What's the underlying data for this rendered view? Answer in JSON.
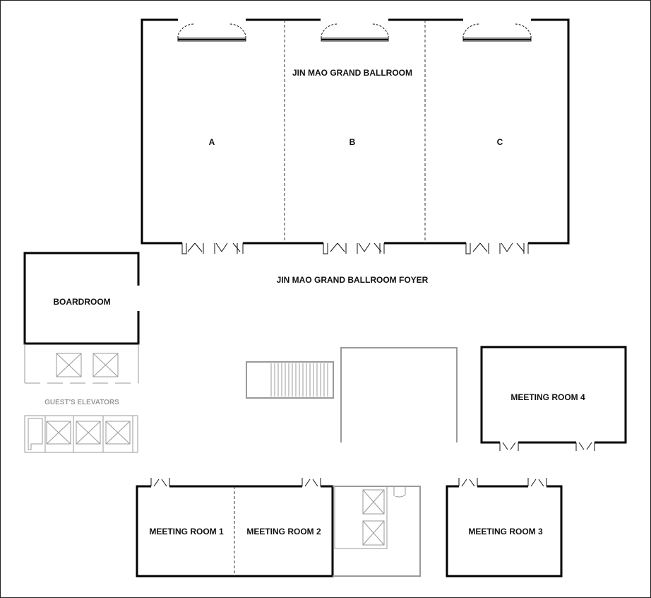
{
  "rooms": {
    "ballroom_title": "JIN MAO GRAND BALLROOM",
    "section_a": "A",
    "section_b": "B",
    "section_c": "C",
    "foyer": "JIN MAO GRAND BALLROOM FOYER",
    "boardroom": "BOARDROOM",
    "guest_elevators": "GUEST'S ELEVATORS",
    "meeting_room_1": "MEETING ROOM 1",
    "meeting_room_2": "MEETING ROOM 2",
    "meeting_room_3": "MEETING ROOM 3",
    "meeting_room_4": "MEETING ROOM 4"
  },
  "colors": {
    "wall": "#000000",
    "service": "#9a9a9a",
    "background": "#ffffff"
  }
}
